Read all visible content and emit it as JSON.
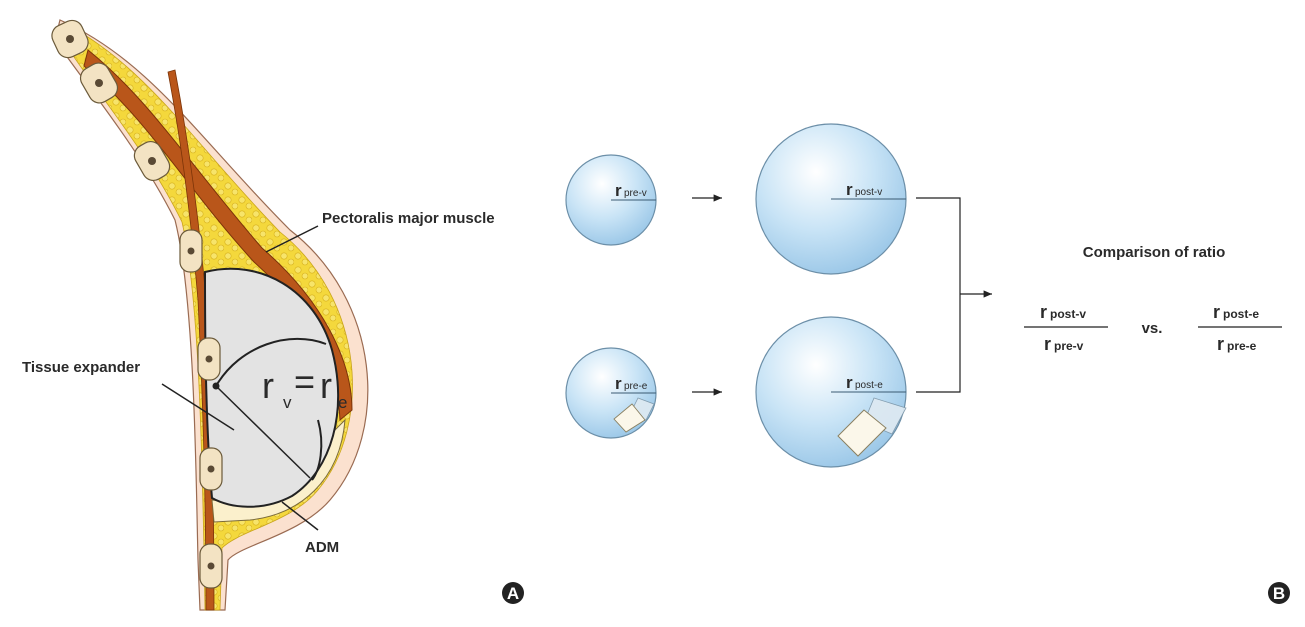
{
  "panel_a": {
    "badge": "A",
    "labels": {
      "pectoralis": "Pectoralis major muscle",
      "expander": "Tissue expander",
      "adm": "ADM"
    },
    "equation": {
      "left_base": "r",
      "left_sub": "v",
      "equals": "=",
      "right_base": "r",
      "right_sub": "e"
    }
  },
  "panel_b": {
    "badge": "B",
    "spheres": {
      "pre_v": {
        "base": "r",
        "sub": "pre-v"
      },
      "post_v": {
        "base": "r",
        "sub": "post-v"
      },
      "pre_e": {
        "base": "r",
        "sub": "pre-e"
      },
      "post_e": {
        "base": "r",
        "sub": "post-e"
      }
    },
    "comparison": {
      "title": "Comparison of ratio",
      "vs": "vs.",
      "ratio1": {
        "num_base": "r",
        "num_sub": "post-v",
        "den_base": "r",
        "den_sub": "pre-v"
      },
      "ratio2": {
        "num_base": "r",
        "num_sub": "post-e",
        "den_base": "r",
        "den_sub": "pre-e"
      }
    }
  },
  "colors": {
    "sphere_fill": "#bcdcf2",
    "sphere_stroke": "#6c8fa8",
    "muscle": "#b8530f",
    "fat": "#f3d63a",
    "skin": "#fbe3d2",
    "expander": "#e3e3e3",
    "badge": "#222222"
  }
}
